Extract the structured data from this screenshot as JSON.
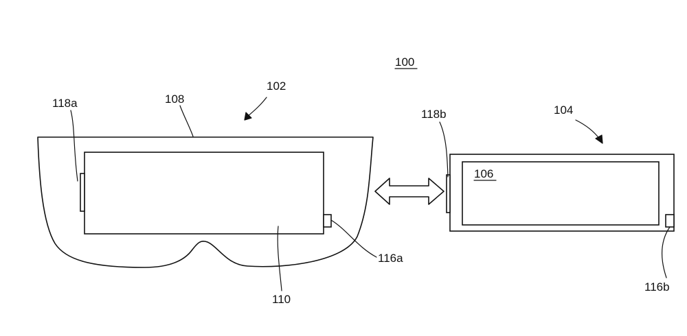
{
  "figure": {
    "label": "100"
  },
  "devices": {
    "headset": {
      "ref": "102",
      "housing_ref": "108",
      "display_ref": "110",
      "connector_ref": "116a",
      "contact_ref": "118a"
    },
    "mobile_device": {
      "ref": "104",
      "screen_ref": "106",
      "connector_ref": "116b",
      "contact_ref": "118b"
    }
  }
}
